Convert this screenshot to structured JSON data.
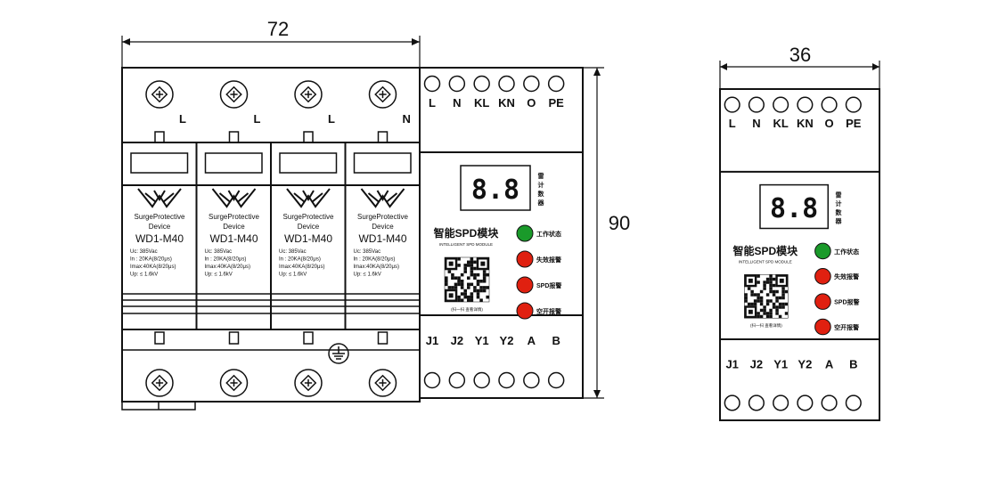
{
  "dimensions": {
    "spd_width": "72",
    "height": "90",
    "module_width": "36"
  },
  "spd": {
    "top_labels": [
      "L",
      "L",
      "L",
      "N"
    ],
    "pole": {
      "brand_line1": "SurgeProtective",
      "brand_line2": "Device",
      "model": "WD1-M40",
      "specs": [
        "Uc:    385Vac",
        "In :   20KA(8/20μs)",
        "Imax:40KA(8/20μs)",
        "Up:  ≤ 1.6kV"
      ]
    }
  },
  "module": {
    "top_terminals": [
      "L",
      "N",
      "KL",
      "KN",
      "O",
      "PE"
    ],
    "display": "8.8",
    "display_side_label": "雷计数器",
    "title": "智能SPD模块",
    "subtitle": "INTELLIGENT SPD MODULE",
    "qr_caption": "(扫一扫 查看详情)",
    "leds": [
      {
        "label": "工作状态",
        "color": "#1a9a2a"
      },
      {
        "label": "失效报警",
        "color": "#e02010"
      },
      {
        "label": "SPD报警",
        "color": "#e02010"
      },
      {
        "label": "空开报警",
        "color": "#e02010"
      }
    ],
    "bottom_terminals": [
      "J1",
      "J2",
      "Y1",
      "Y2",
      "A",
      "B"
    ]
  }
}
